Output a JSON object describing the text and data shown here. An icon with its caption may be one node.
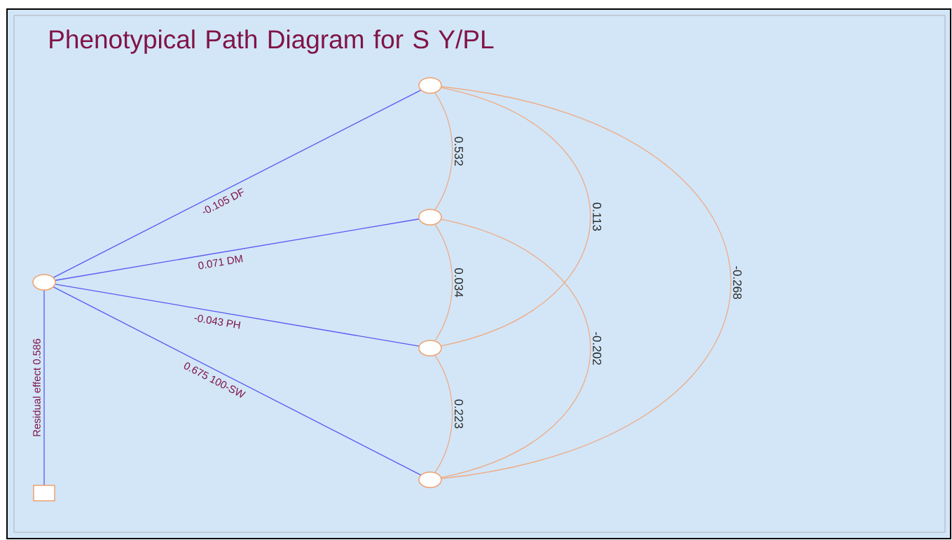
{
  "diagram": {
    "title": "Phenotypical Path Diagram for S Y/PL",
    "nodes": [
      {
        "text": [],
        "shape": "circle"
      },
      {
        "text": [],
        "shape": "circle"
      },
      {
        "text": [],
        "shape": "circle"
      },
      {
        "text": [],
        "shape": "circle"
      },
      {
        "text": [],
        "shape": "circle"
      },
      {
        "text": [],
        "shape": "box"
      }
    ],
    "edges": [
      {
        "from": 0,
        "to": 1,
        "arrow": "none",
        "label": "-0.105   DF",
        "color": "#5a5af0"
      },
      {
        "from": 0,
        "to": 2,
        "arrow": "none",
        "label": "0.071   DM",
        "color": "#5a5af0"
      },
      {
        "from": 0,
        "to": 3,
        "arrow": "none",
        "label": "-0.043   PH",
        "color": "#5a5af0"
      },
      {
        "from": 0,
        "to": 4,
        "arrow": "none",
        "label": "0.675  100-SW",
        "color": "#5a5af0"
      },
      {
        "from": 0,
        "to": 5,
        "arrow": "none",
        "label": "Residual effect 0.586",
        "color": "#5a5af0"
      },
      {
        "from": 1,
        "to": 2,
        "arrow": "none",
        "label": "0.532"
      },
      {
        "from": 2,
        "to": 3,
        "arrow": "none",
        "label": "0.034"
      },
      {
        "from": 3,
        "to": 4,
        "arrow": "none",
        "label": "0.223"
      },
      {
        "from": 1,
        "to": 3,
        "arrow": "none",
        "label": "0.113"
      },
      {
        "from": 2,
        "to": 4,
        "arrow": "none",
        "label": "-0.202"
      },
      {
        "from": 1,
        "to": 4,
        "arrow": "none",
        "label": "-0.268"
      }
    ]
  }
}
